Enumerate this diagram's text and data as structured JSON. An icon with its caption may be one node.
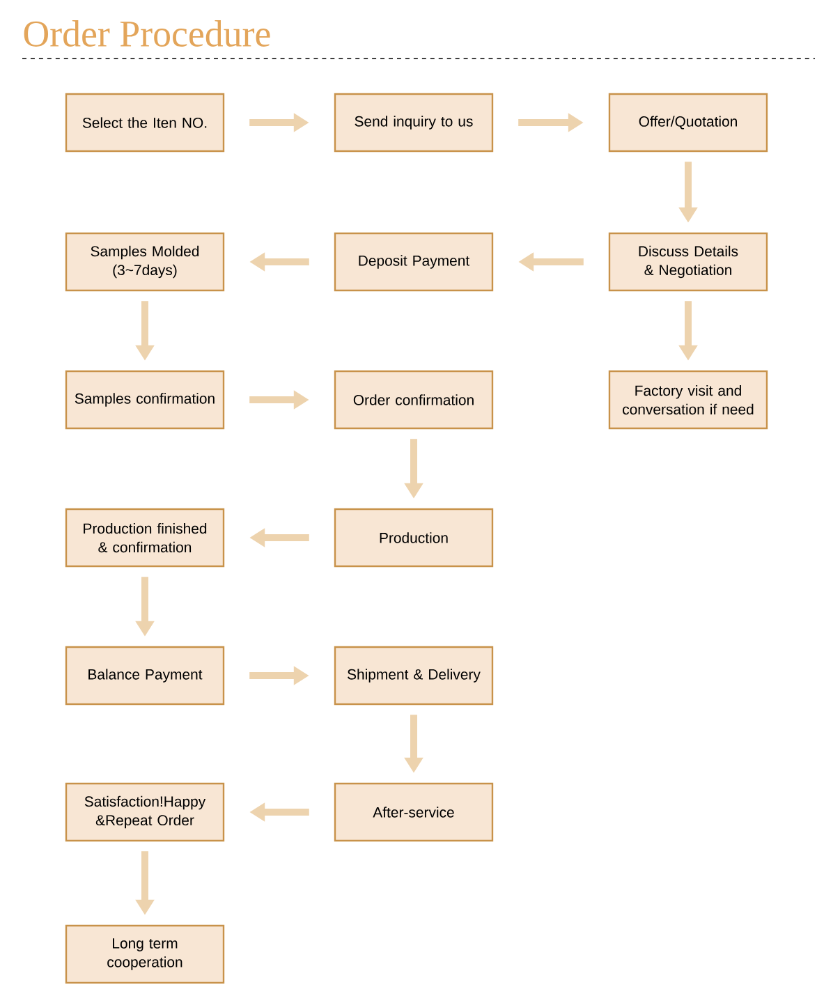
{
  "diagram": {
    "title": "Order Procedure",
    "nodes": [
      {
        "text": [
          "Select the Iten NO."
        ]
      },
      {
        "text": [
          "Send inquiry to us"
        ]
      },
      {
        "text": [
          "Offer/Quotation"
        ]
      },
      {
        "text": [
          "Discuss Details & Negotiation"
        ]
      },
      {
        "text": [
          "Deposit Payment"
        ]
      },
      {
        "text": [
          "Samples Molded (3~7days)"
        ]
      },
      {
        "text": [
          "Factory visit and conversation if need"
        ]
      },
      {
        "text": [
          "Samples confirmation"
        ]
      },
      {
        "text": [
          "Order confirmation"
        ]
      },
      {
        "text": [
          "Production finished & confirmation"
        ]
      },
      {
        "text": [
          "Production"
        ]
      },
      {
        "text": [
          "Balance Payment"
        ]
      },
      {
        "text": [
          "Shipment & Delivery"
        ]
      },
      {
        "text": [
          "Satisfaction!Happy &Repeat Order"
        ]
      },
      {
        "text": [
          "After-service"
        ]
      },
      {
        "text": [
          "Long term cooperation"
        ]
      }
    ],
    "edges": [
      {
        "from": 0,
        "to": 1,
        "arrow": "to"
      },
      {
        "from": 1,
        "to": 2,
        "arrow": "to"
      },
      {
        "from": 2,
        "to": 3,
        "arrow": "to"
      },
      {
        "from": 3,
        "to": 4,
        "arrow": "to"
      },
      {
        "from": 4,
        "to": 5,
        "arrow": "to"
      },
      {
        "from": 5,
        "to": 7,
        "arrow": "to"
      },
      {
        "from": 3,
        "to": 6,
        "arrow": "to"
      },
      {
        "from": 7,
        "to": 8,
        "arrow": "to"
      },
      {
        "from": 8,
        "to": 10,
        "arrow": "to"
      },
      {
        "from": 10,
        "to": 9,
        "arrow": "to"
      },
      {
        "from": 9,
        "to": 11,
        "arrow": "to"
      },
      {
        "from": 11,
        "to": 12,
        "arrow": "to"
      },
      {
        "from": 12,
        "to": 14,
        "arrow": "to"
      },
      {
        "from": 14,
        "to": 13,
        "arrow": "to"
      },
      {
        "from": 13,
        "to": 15,
        "arrow": "to"
      }
    ]
  }
}
